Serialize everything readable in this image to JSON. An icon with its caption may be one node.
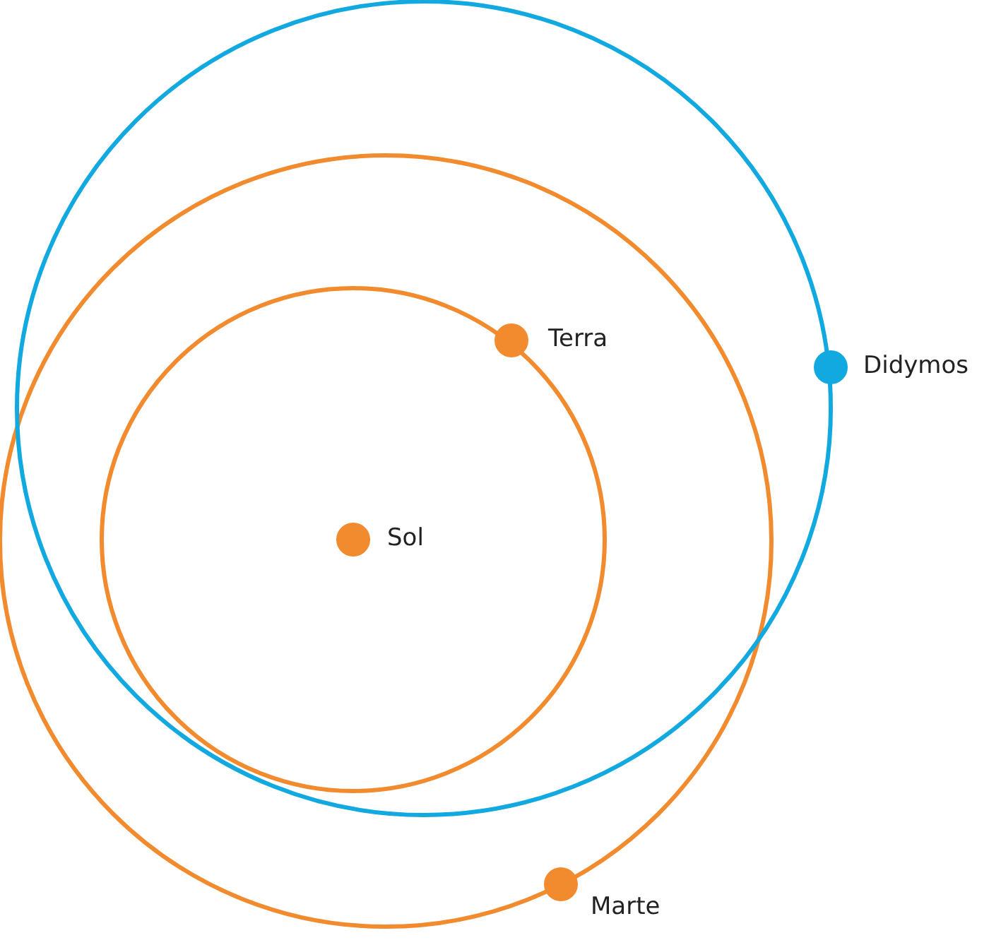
{
  "diagram": {
    "nodes": [
      {
        "text": [],
        "shape": "circle",
        "beside": [
          "Terra"
        ]
      },
      {
        "text": [],
        "shape": "circle",
        "beside": [
          "Didymos"
        ]
      },
      {
        "text": [],
        "shape": "circle",
        "beside": [
          "Sol"
        ]
      },
      {
        "text": [],
        "shape": "circle",
        "beside": [
          "Marte"
        ]
      }
    ]
  }
}
